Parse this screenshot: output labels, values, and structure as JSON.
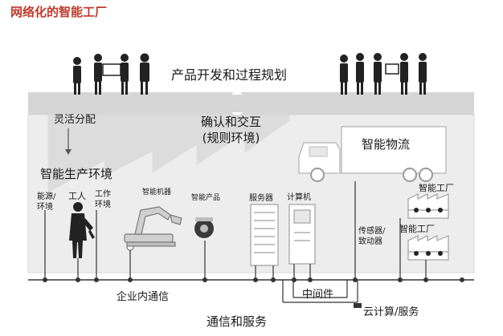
{
  "title": "网络化的智能工厂",
  "labels": {
    "planning": "产品开发和过程规划",
    "flexible_allocation": "灵活分配",
    "confirm_line1": "确认和交互",
    "confirm_line2": "(规则环境)",
    "logistics": "智能物流",
    "smart_production_env": "智能生产环境",
    "energy_line1": "能源/",
    "energy_line2": "环境",
    "worker": "工人",
    "work_env_line1": "工作",
    "work_env_line2": "环境",
    "smart_machine": "智能机器",
    "smart_product": "智能产品",
    "server": "服务器",
    "computer": "计算机",
    "smart_factory_1": "智能工厂",
    "sensor_line1": "传感器/",
    "sensor_line2": "致动器",
    "smart_factory_2": "智能工厂",
    "middleware": "中间件",
    "intra_comm": "企业内通信",
    "cloud": "云计算/服务",
    "comm_service": "通信和服务"
  },
  "colors": {
    "title": "#c0392b",
    "band": "#d6d6d6",
    "factory": "#ededed",
    "silhouette": "#222222"
  },
  "icons": [
    "people-group-icon",
    "truck-icon",
    "worker-icon",
    "robot-arm-icon",
    "product-icon",
    "server-icon",
    "computer-icon",
    "factory-icon",
    "network-node-icon"
  ]
}
